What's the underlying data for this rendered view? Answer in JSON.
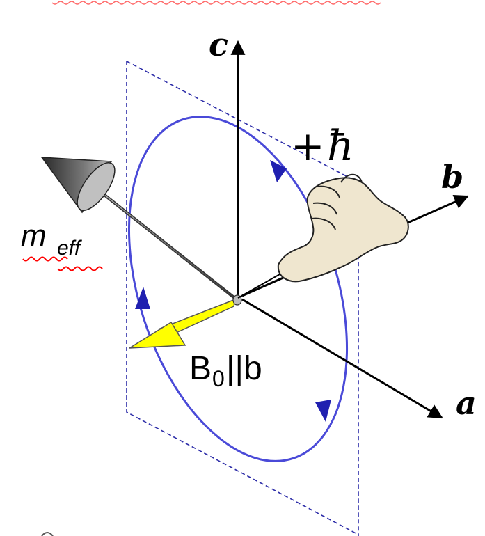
{
  "labels": {
    "c_axis": "c",
    "b_axis": "b",
    "a_axis": "a",
    "hbar_plus": "+",
    "hbar": "ħ",
    "b0_main": "B",
    "b0_sub": "0",
    "b0_rest": "||b",
    "m_main": "m",
    "m_sub": "eff"
  },
  "colors": {
    "orbit": "#4a4ad8",
    "plane": "#2c2ca8",
    "arrow_field": "#ffff00",
    "spellcheck": "#ff0000",
    "hand": "#efe6cf"
  },
  "icons": {
    "hand": "thumbs-up-hand-icon",
    "magnetic_moment": "cone-arrow-icon"
  }
}
